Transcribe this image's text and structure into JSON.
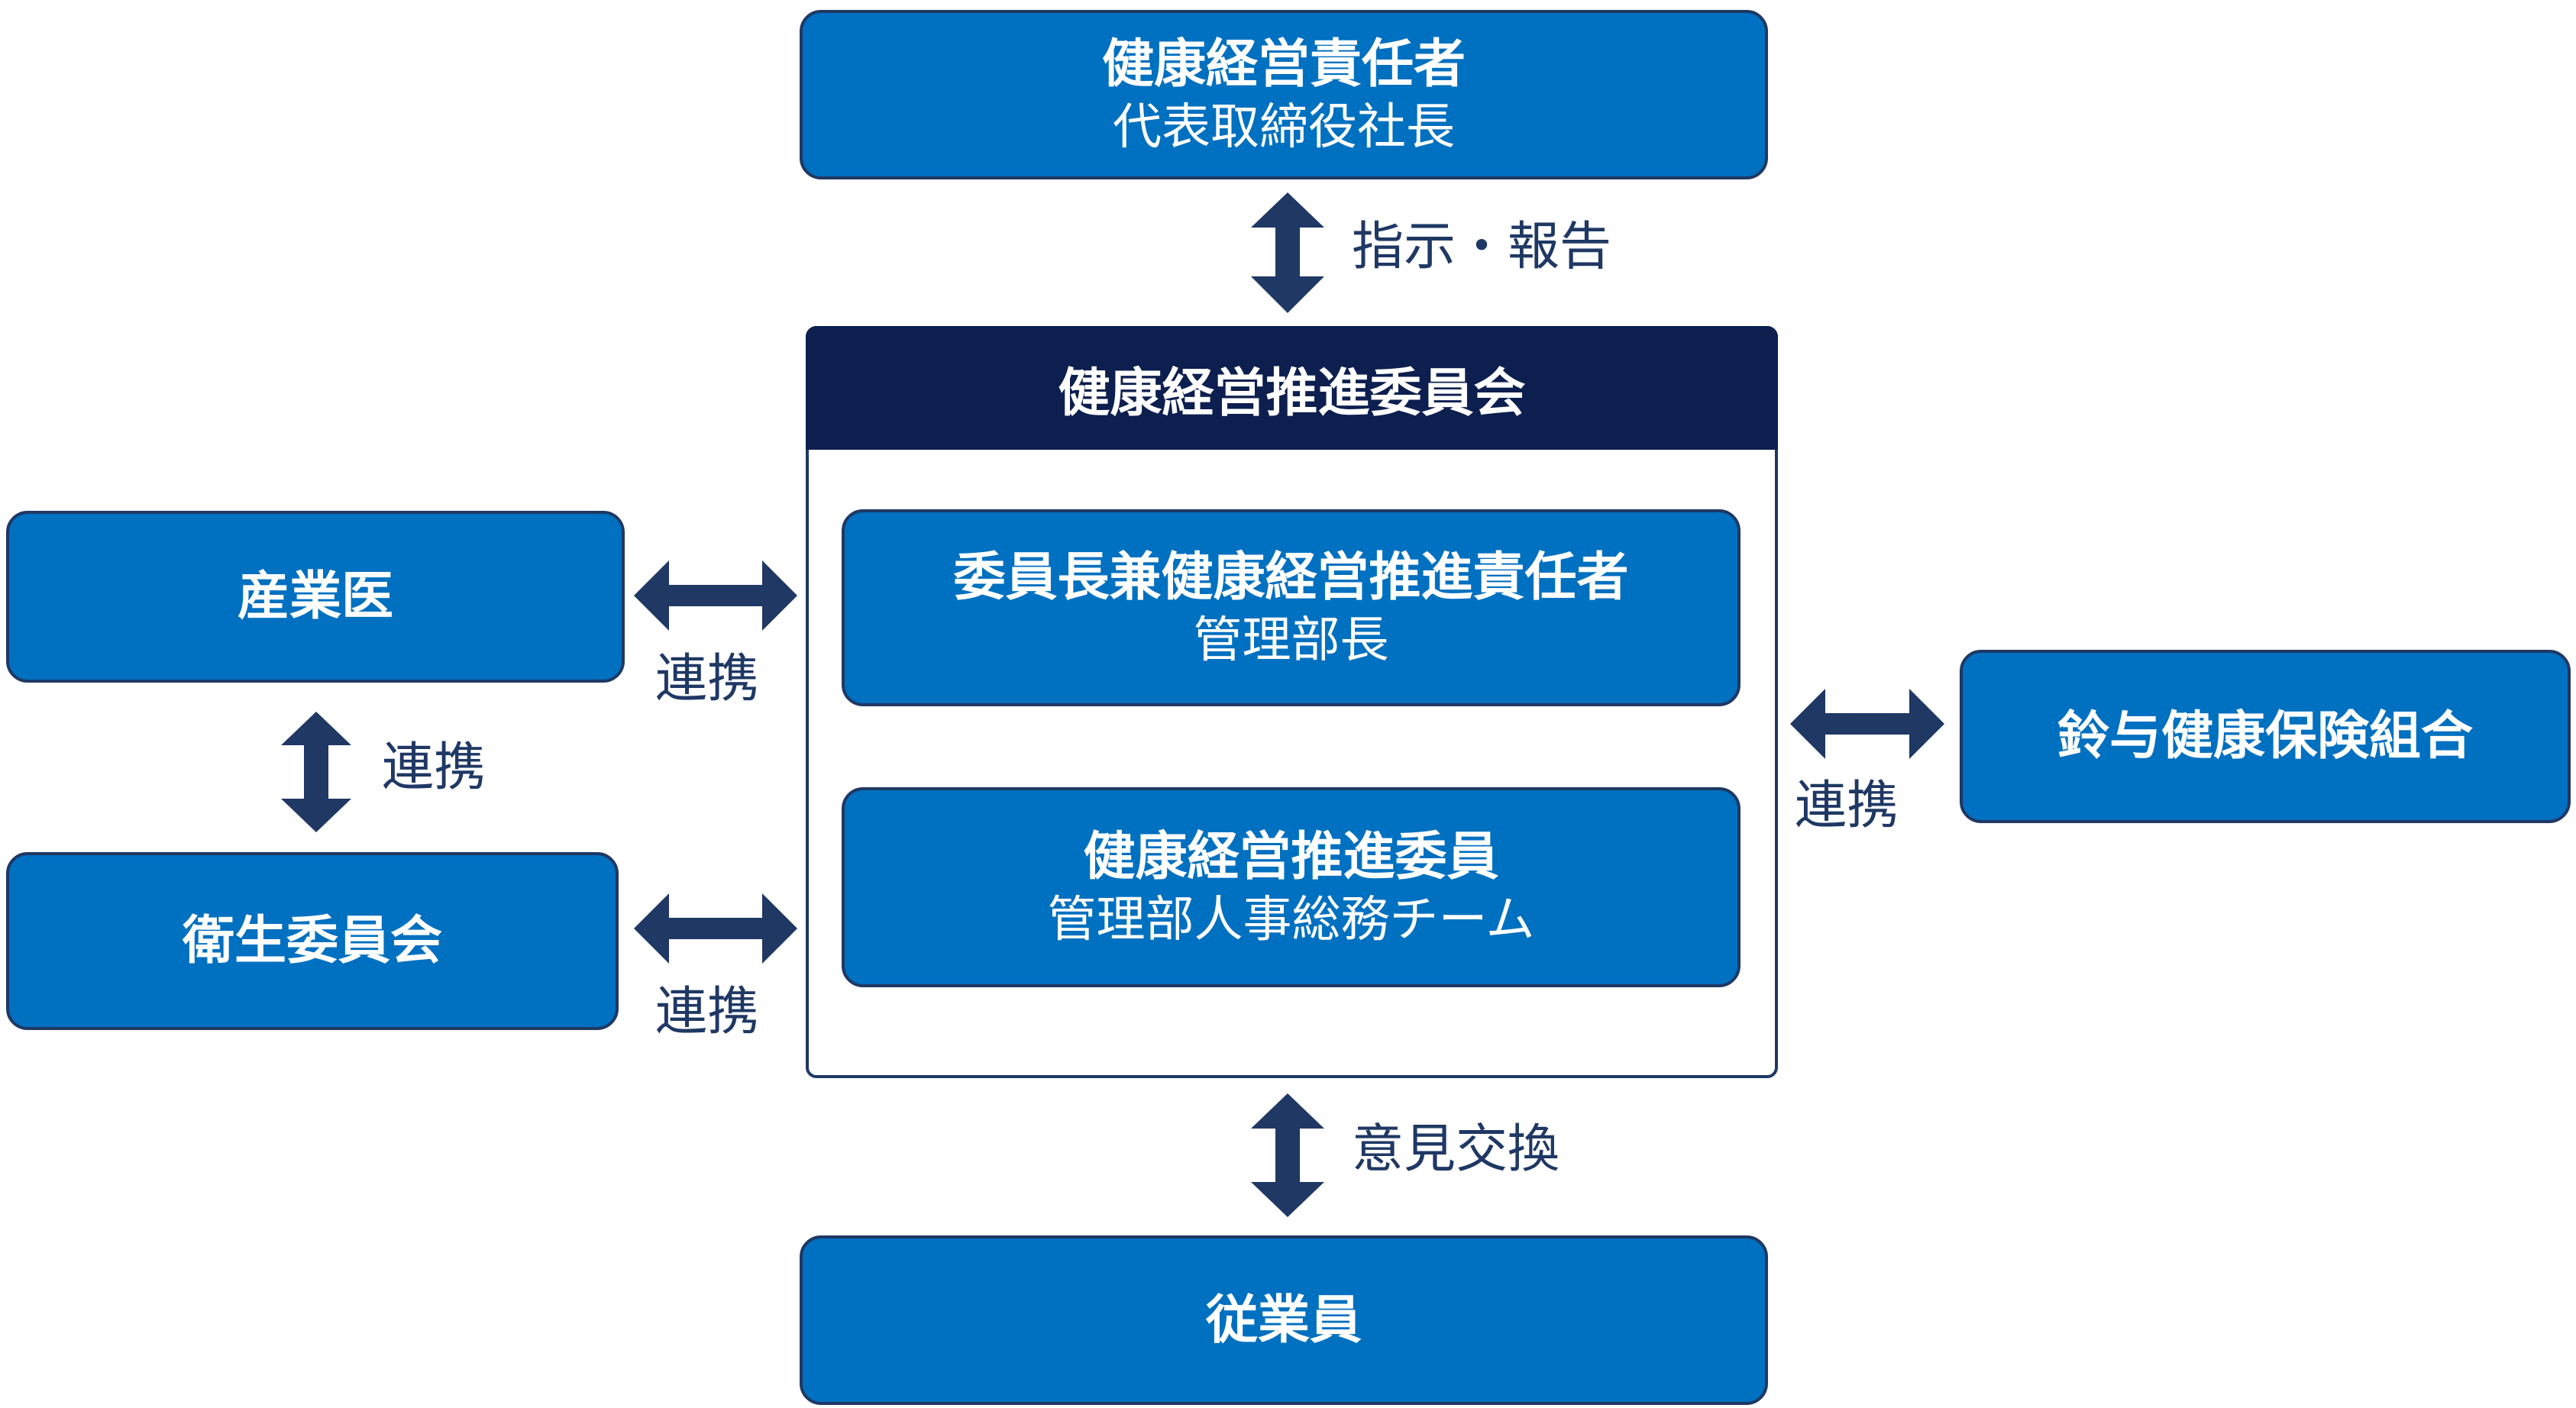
{
  "top_box": {
    "title": "健康経営責任者",
    "subtitle": "代表取締役社長"
  },
  "committee": {
    "header": "健康経営推進委員会",
    "chair_box": {
      "title": "委員長兼健康経営推進責任者",
      "subtitle": "管理部長"
    },
    "member_box": {
      "title": "健康経営推進委員",
      "subtitle": "管理部人事総務チーム"
    }
  },
  "left_top_box": {
    "title": "産業医"
  },
  "left_bottom_box": {
    "title": "衛生委員会"
  },
  "right_box": {
    "title": "鈴与健康保険組合"
  },
  "bottom_box": {
    "title": "従業員"
  },
  "labels": {
    "top_link": "指示・報告",
    "bottom_link": "意見交換",
    "left_vertical_link": "連携",
    "left_top_link": "連携",
    "left_bottom_link": "連携",
    "right_link": "連携"
  },
  "colors": {
    "box_fill": "#0070c0",
    "box_border": "#1f3864",
    "header_fill": "#0d1f4f",
    "arrow": "#1f3864",
    "text_on_box": "#ffffff",
    "label_text": "#1f3864"
  }
}
